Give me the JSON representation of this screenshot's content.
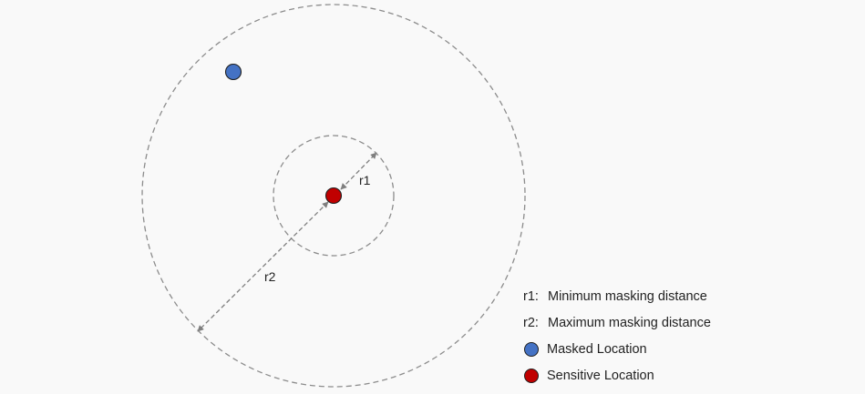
{
  "diagram": {
    "r1_label": "r1",
    "r2_label": "r2"
  },
  "legend": {
    "r1_key": "r1:",
    "r1_text": "Minimum masking distance",
    "r2_key": "r2:",
    "r2_text": "Maximum masking distance",
    "masked_text": "Masked Location",
    "sensitive_text": "Sensitive Location"
  },
  "colors": {
    "background": "#f9f9f9",
    "masked_location": "#4472c4",
    "sensitive_location": "#c00000",
    "dashed_circle": "#8c8c8c",
    "arrow": "#7f7f7f"
  }
}
